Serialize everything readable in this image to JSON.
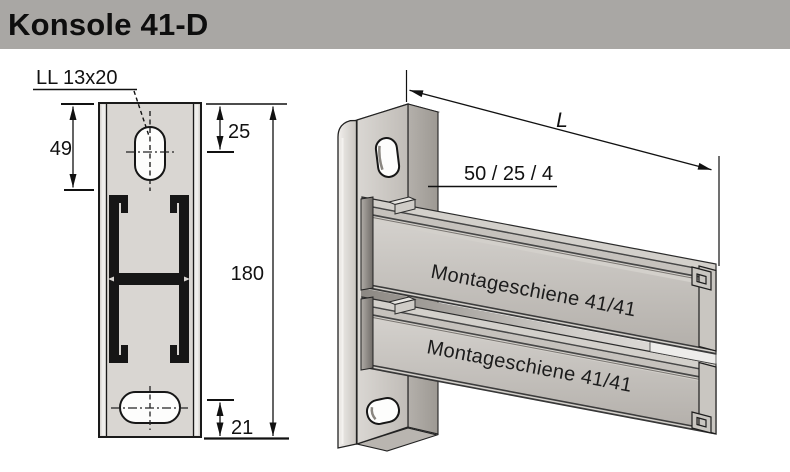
{
  "header": {
    "title": "Konsole 41-D"
  },
  "front_view": {
    "slot_label": "LL 13x20",
    "dim_slot_span": "49",
    "dim_top_to_slot_center": "25",
    "dim_total_height": "180",
    "dim_bottom_to_slot": "21"
  },
  "iso_view": {
    "dim_length": "L",
    "angle_profile_label": "50 / 25 / 4",
    "rail_label_top": "Montageschiene 41/41",
    "rail_label_bottom": "Montageschiene 41/41"
  },
  "colors": {
    "header_bg": "#a9a7a4",
    "steel_light": "#d9d6d2",
    "steel_mid": "#c7c3be",
    "steel_dark": "#a09c97",
    "line": "#1a1a1a"
  }
}
